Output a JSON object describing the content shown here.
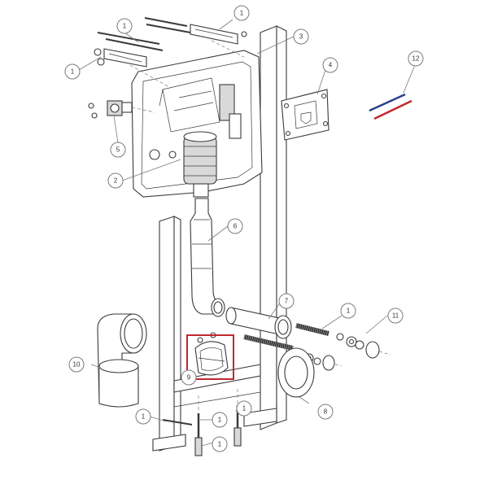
{
  "callouts": [
    {
      "id": "c1a",
      "label": "1"
    },
    {
      "id": "c1b",
      "label": "1"
    },
    {
      "id": "c1c",
      "label": "1"
    },
    {
      "id": "c1d",
      "label": "1"
    },
    {
      "id": "c1e",
      "label": "1"
    },
    {
      "id": "c1f",
      "label": "1"
    },
    {
      "id": "c1g",
      "label": "1"
    },
    {
      "id": "c1h",
      "label": "1"
    },
    {
      "id": "c2",
      "label": "2"
    },
    {
      "id": "c3",
      "label": "3"
    },
    {
      "id": "c4",
      "label": "4"
    },
    {
      "id": "c5",
      "label": "5"
    },
    {
      "id": "c6",
      "label": "6"
    },
    {
      "id": "c7",
      "label": "7"
    },
    {
      "id": "c8",
      "label": "8"
    },
    {
      "id": "c9",
      "label": "9"
    },
    {
      "id": "c10",
      "label": "10"
    },
    {
      "id": "c11",
      "label": "11"
    },
    {
      "id": "c12",
      "label": "12"
    }
  ],
  "colors": {
    "highlight": "#c0282d",
    "pipe_blue": "#2b3f8f",
    "pipe_red": "#c0282d",
    "line": "#3a3a3a"
  }
}
